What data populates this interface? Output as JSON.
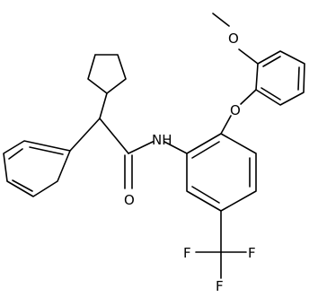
{
  "molecule": {
    "atoms": {
      "methoxy_o": "O",
      "ether_o": "O",
      "amide_n": "NH",
      "carbonyl_o": "O",
      "fluorine_1": "F",
      "fluorine_2": "F",
      "fluorine_3": "F"
    }
  }
}
